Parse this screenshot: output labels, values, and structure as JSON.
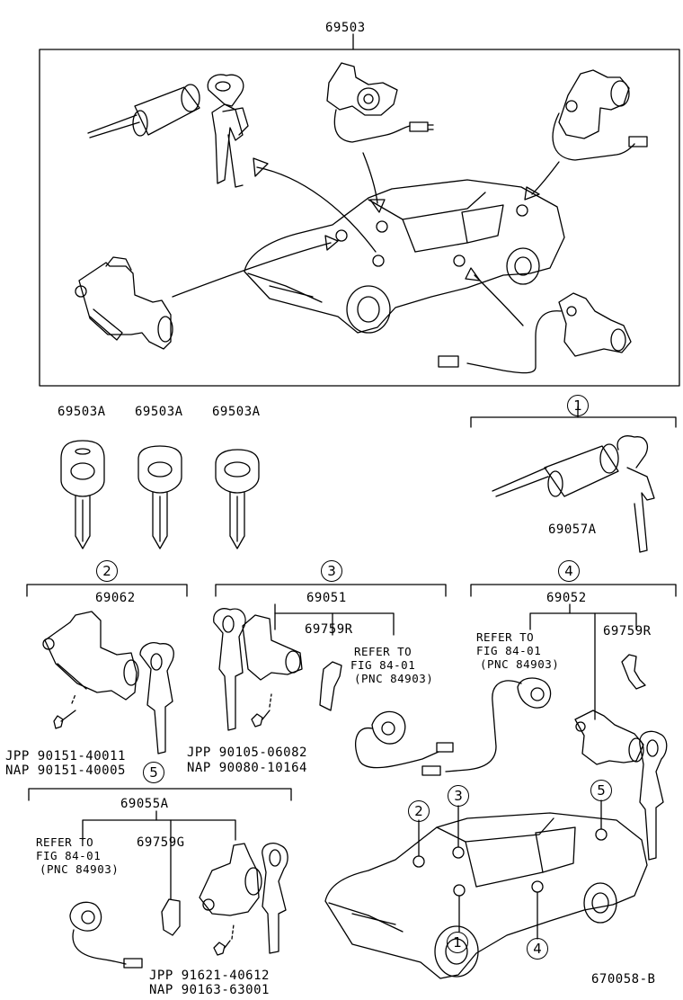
{
  "main_assembly": {
    "part_no": "69503"
  },
  "keys": [
    {
      "part_no": "69503A"
    },
    {
      "part_no": "69503A"
    },
    {
      "part_no": "69503A"
    }
  ],
  "groups": [
    {
      "index": "1",
      "part_no": "69057A"
    },
    {
      "index": "2",
      "part_no": "69062",
      "bolt": {
        "jpp": "JPP 90151-40011",
        "nap": "NAP 90151-40005"
      }
    },
    {
      "index": "3",
      "part_no": "69051",
      "clip": "69759R",
      "refer": {
        "line1": "REFER TO",
        "line2": "FIG 84-01",
        "line3": "(PNC 84903)"
      },
      "bolt": {
        "jpp": "JPP 90105-06082",
        "nap": "NAP 90080-10164"
      }
    },
    {
      "index": "4",
      "part_no": "69052",
      "clip": "69759R",
      "refer": {
        "line1": "REFER TO",
        "line2": "FIG 84-01",
        "line3": "(PNC 84903)"
      }
    },
    {
      "index": "5",
      "part_no": "69055A",
      "clip": "69759G",
      "refer": {
        "line1": "REFER TO",
        "line2": "FIG 84-01",
        "line3": "(PNC 84903)"
      },
      "bolt": {
        "jpp": "JPP 91621-40612",
        "nap": "NAP 90163-63001"
      }
    }
  ],
  "car_callouts": [
    "2",
    "3",
    "5",
    "1",
    "4"
  ],
  "figure_id": "670058-B"
}
